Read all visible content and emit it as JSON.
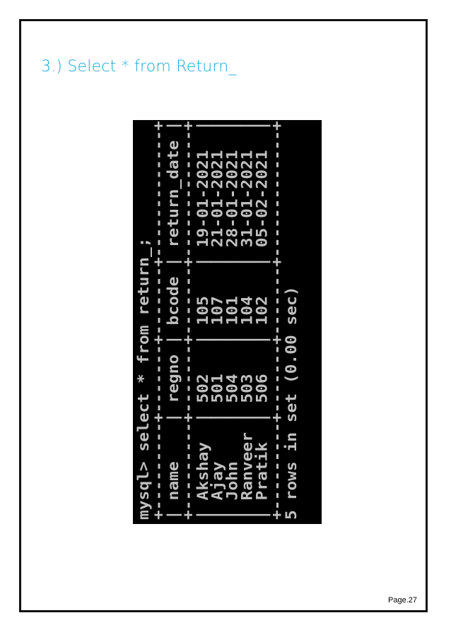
{
  "document": {
    "heading": "3.) Select * from Return_",
    "page_number": "Page.27"
  },
  "colors": {
    "heading": "#1aa7d8",
    "terminal_background": "#000000",
    "terminal_text": "#c0c0c0",
    "border": "#111111"
  },
  "terminal": {
    "prompt": "mysql>",
    "command": "select * from return_;",
    "border_line": "+---------+-------+-------+-------------+",
    "columns": [
      "name",
      "regno",
      "bcode",
      "return_date"
    ],
    "rows": [
      [
        "Akshay",
        "502",
        "105",
        "19-01-2021"
      ],
      [
        "Ajay",
        "501",
        "107",
        "21-01-2021"
      ],
      [
        "John",
        "504",
        "101",
        "28-01-2021"
      ],
      [
        "Ranveer",
        "503",
        "104",
        "31-01-2021"
      ],
      [
        "Pratik",
        "506",
        "102",
        "05-02-2021"
      ]
    ],
    "footer": "5 rows in set (0.00 sec)"
  }
}
